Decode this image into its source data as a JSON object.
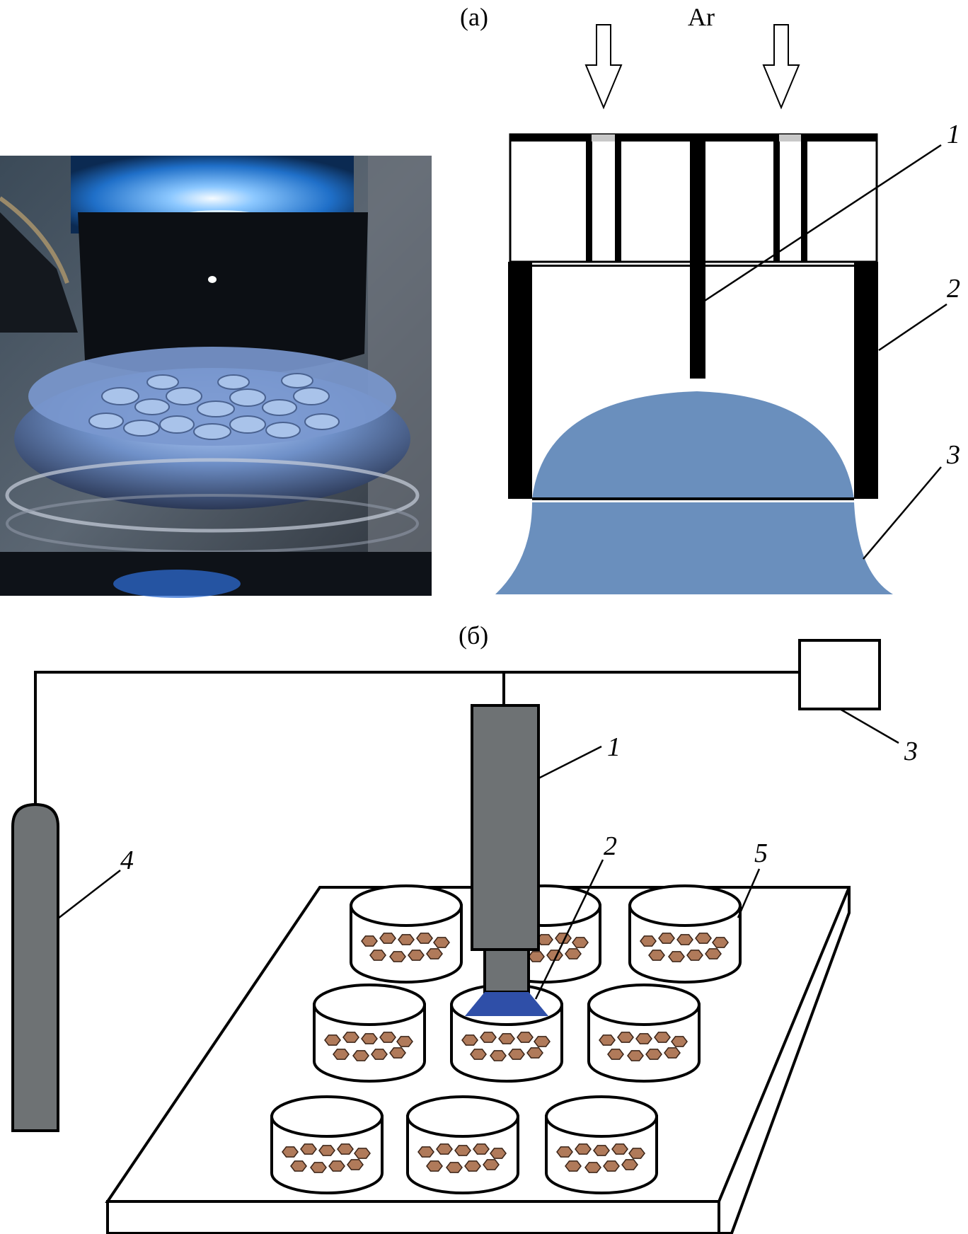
{
  "panel_a": {
    "caption": "(а)",
    "gas_label": "Ar",
    "callouts": [
      "1",
      "2",
      "3"
    ]
  },
  "panel_b": {
    "caption": "(б)",
    "callouts": [
      "1",
      "2",
      "3",
      "4",
      "5"
    ]
  },
  "colors": {
    "plasma": "#6a8fbd",
    "jet_blue": "#2f4fa8",
    "device_gray": "#6e7274",
    "seed_brown": "#b07a5a"
  }
}
